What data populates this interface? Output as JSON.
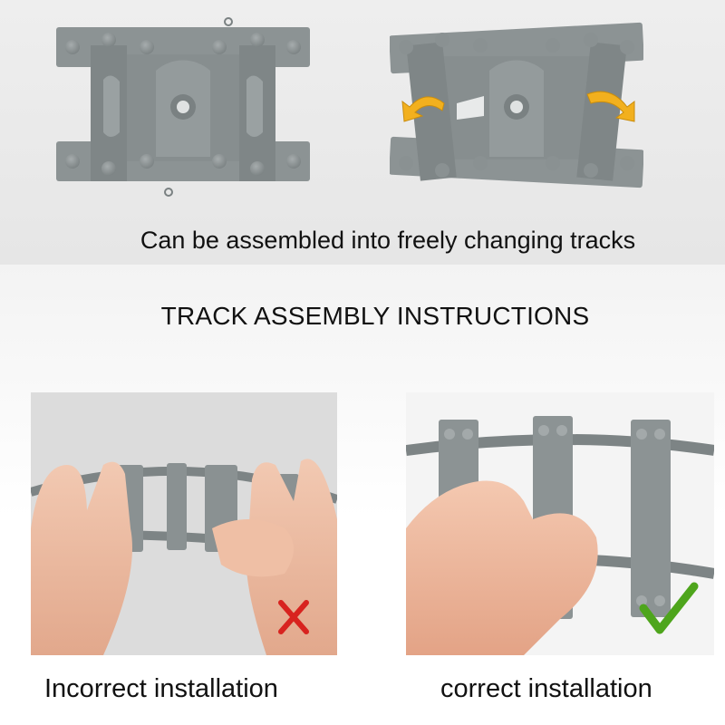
{
  "top_caption": "Can be assembled into freely changing tracks",
  "section_title": "TRACK ASSEMBLY INSTRUCTIONS",
  "incorrect_label": "Incorrect installation",
  "correct_label": "correct installation",
  "colors": {
    "brick": "#8c9394",
    "brick_dark": "#6f7677",
    "arrow": "#f2b01e",
    "wrong": "#d8231f",
    "right": "#4ea51c"
  },
  "icons": {
    "incorrect": "red-x-icon",
    "correct": "green-checkmark-icon"
  }
}
